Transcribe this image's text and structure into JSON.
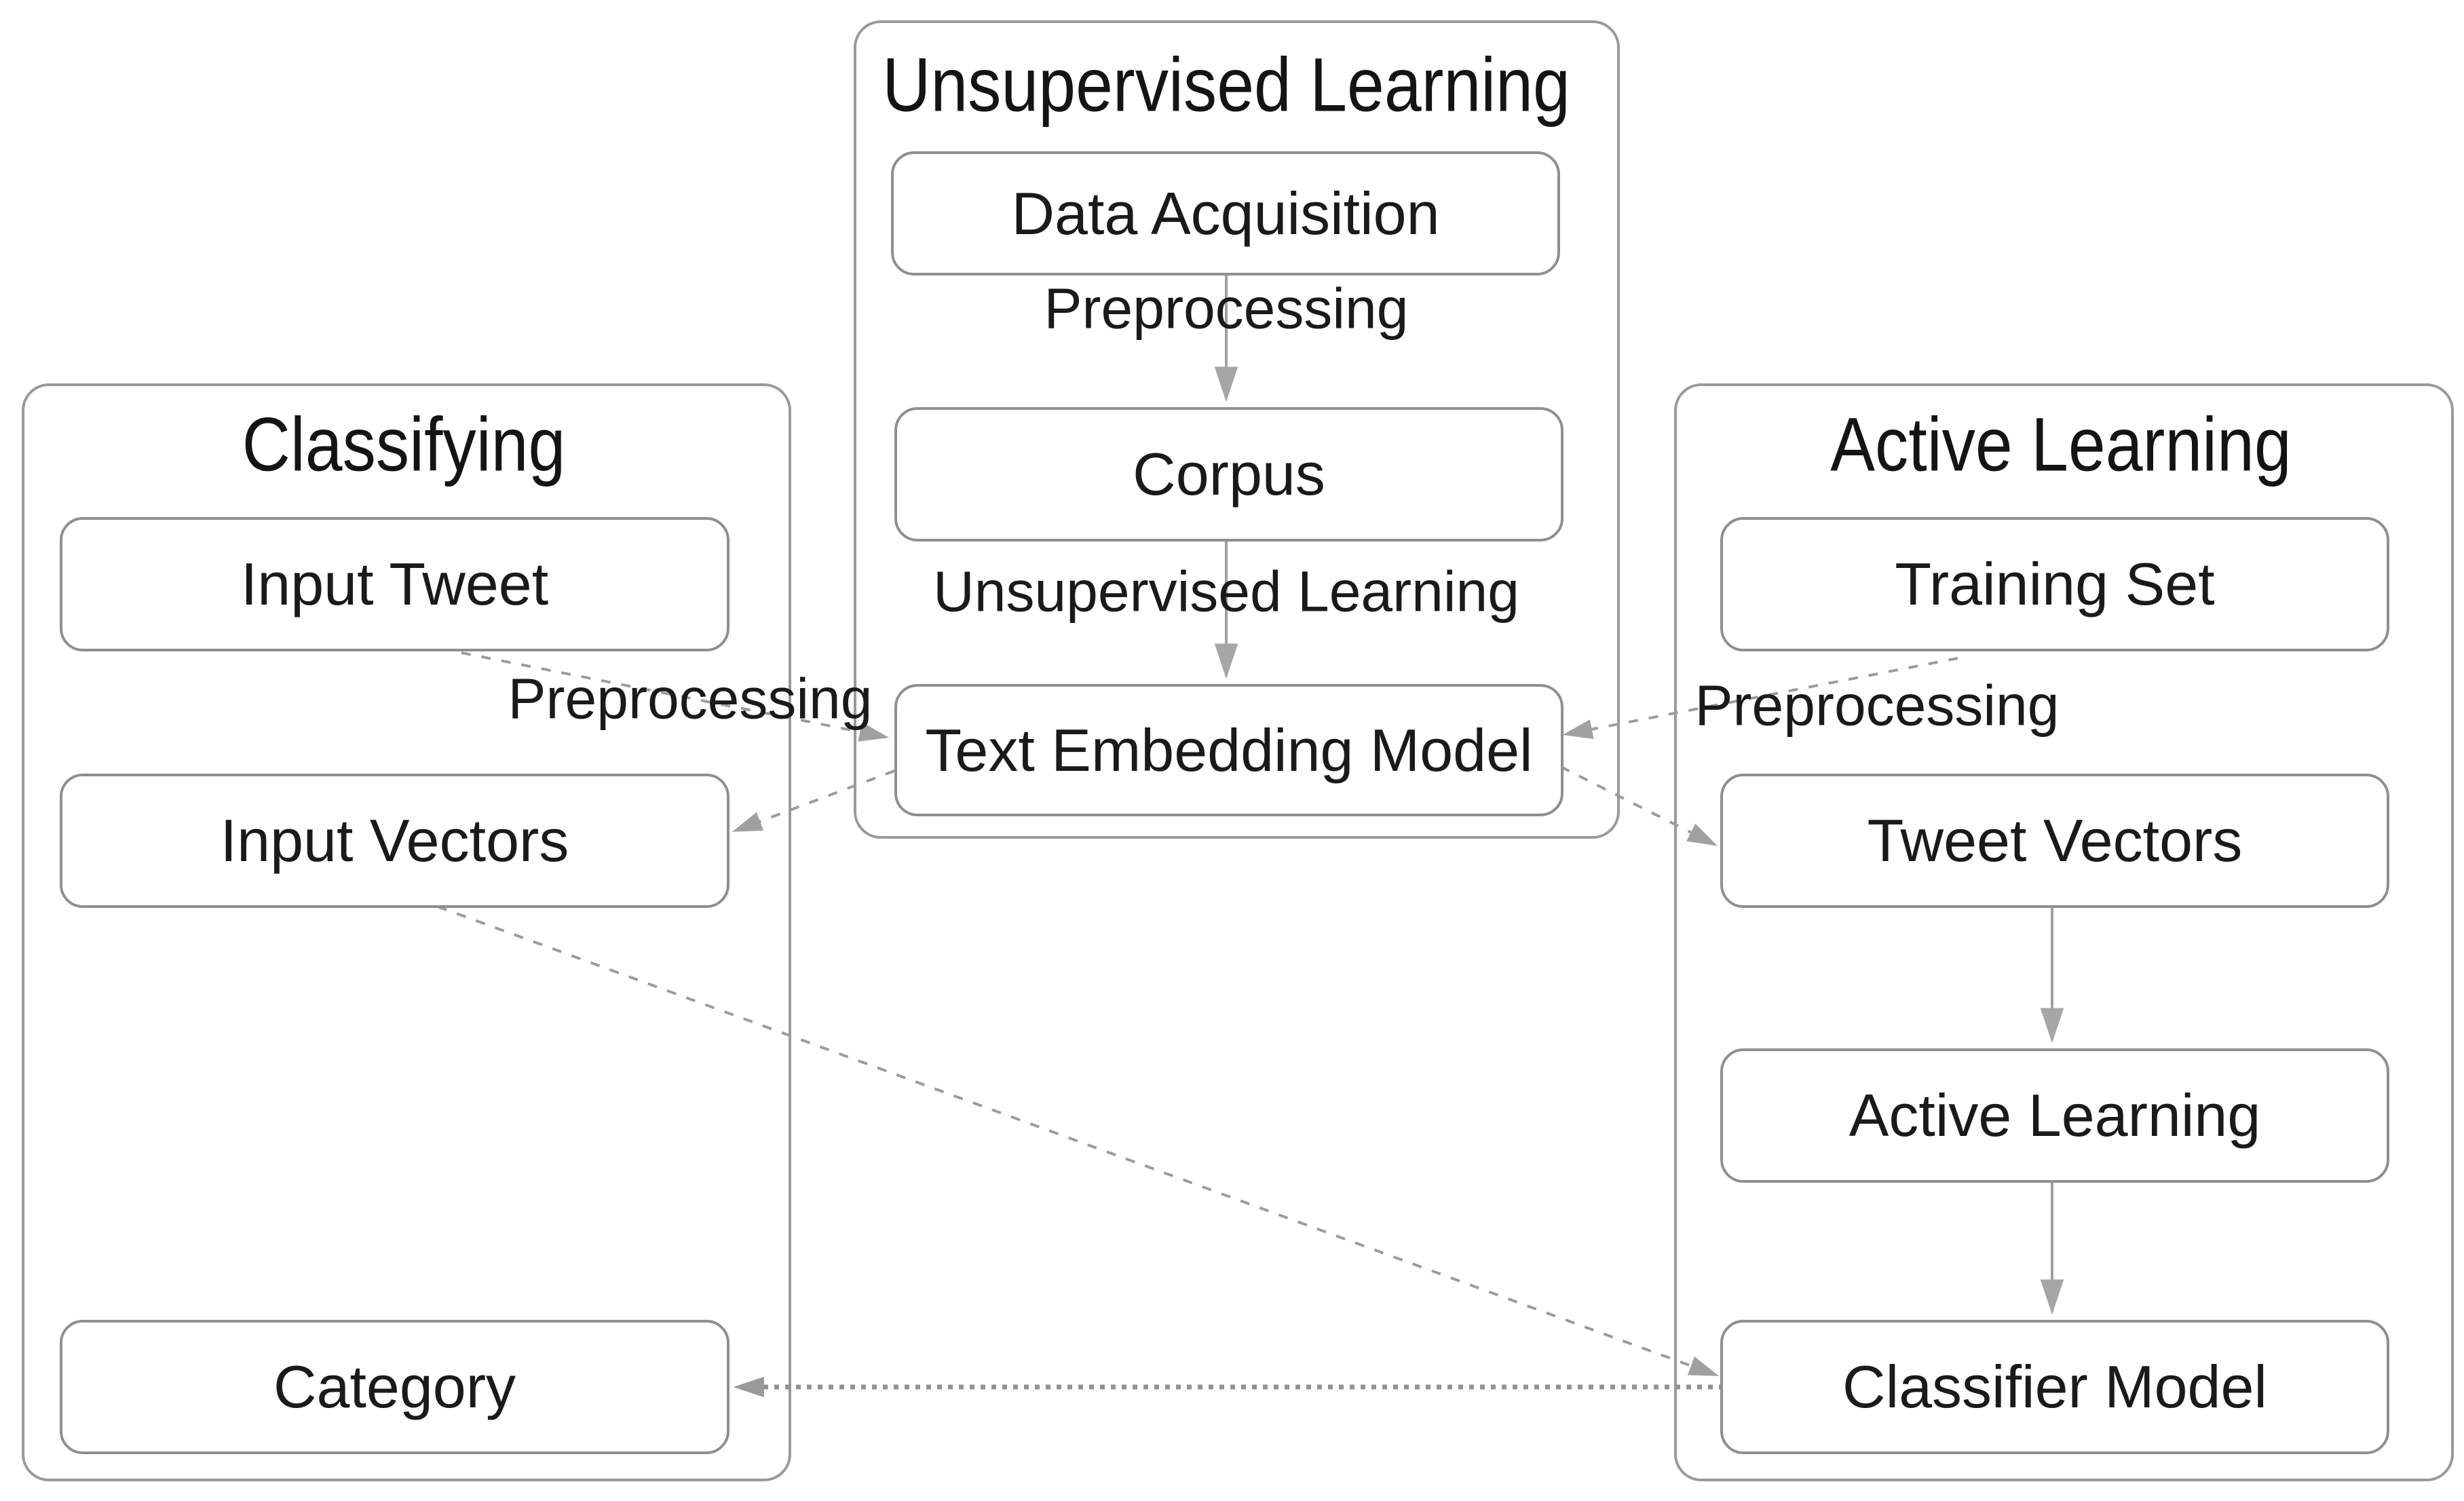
{
  "diagram": {
    "sections": {
      "unsupervised_learning": {
        "title": "Unsupervised Learning"
      },
      "classifying": {
        "title": "Classifying"
      },
      "active_learning": {
        "title": "Active Learning"
      }
    },
    "boxes": {
      "data_acquisition": "Data Acquisition",
      "corpus": "Corpus",
      "text_embedding_model": "Text Embedding Model",
      "input_tweet": "Input Tweet",
      "input_vectors": "Input Vectors",
      "category": "Category",
      "training_set": "Training Set",
      "tweet_vectors": "Tweet Vectors",
      "active_learning_step": "Active Learning",
      "classifier_model": "Classifier Model"
    },
    "edge_labels": {
      "ul_preprocessing": "Preprocessing",
      "ul_unsupervised_learning": "Unsupervised Learning",
      "cl_preprocessing": "Preprocessing",
      "al_preprocessing": "Preprocessing"
    },
    "colors": {
      "background": "#ffffff",
      "text": "#1a1a1a",
      "box_border": "#8f8f8f",
      "section_border": "#9a9a9a",
      "arrow_solid": "#a0a0a0",
      "arrow_dashed": "#9c9c9c",
      "arrow_dotted": "#929292",
      "arrowhead_fill": "#a6a6a6"
    }
  }
}
